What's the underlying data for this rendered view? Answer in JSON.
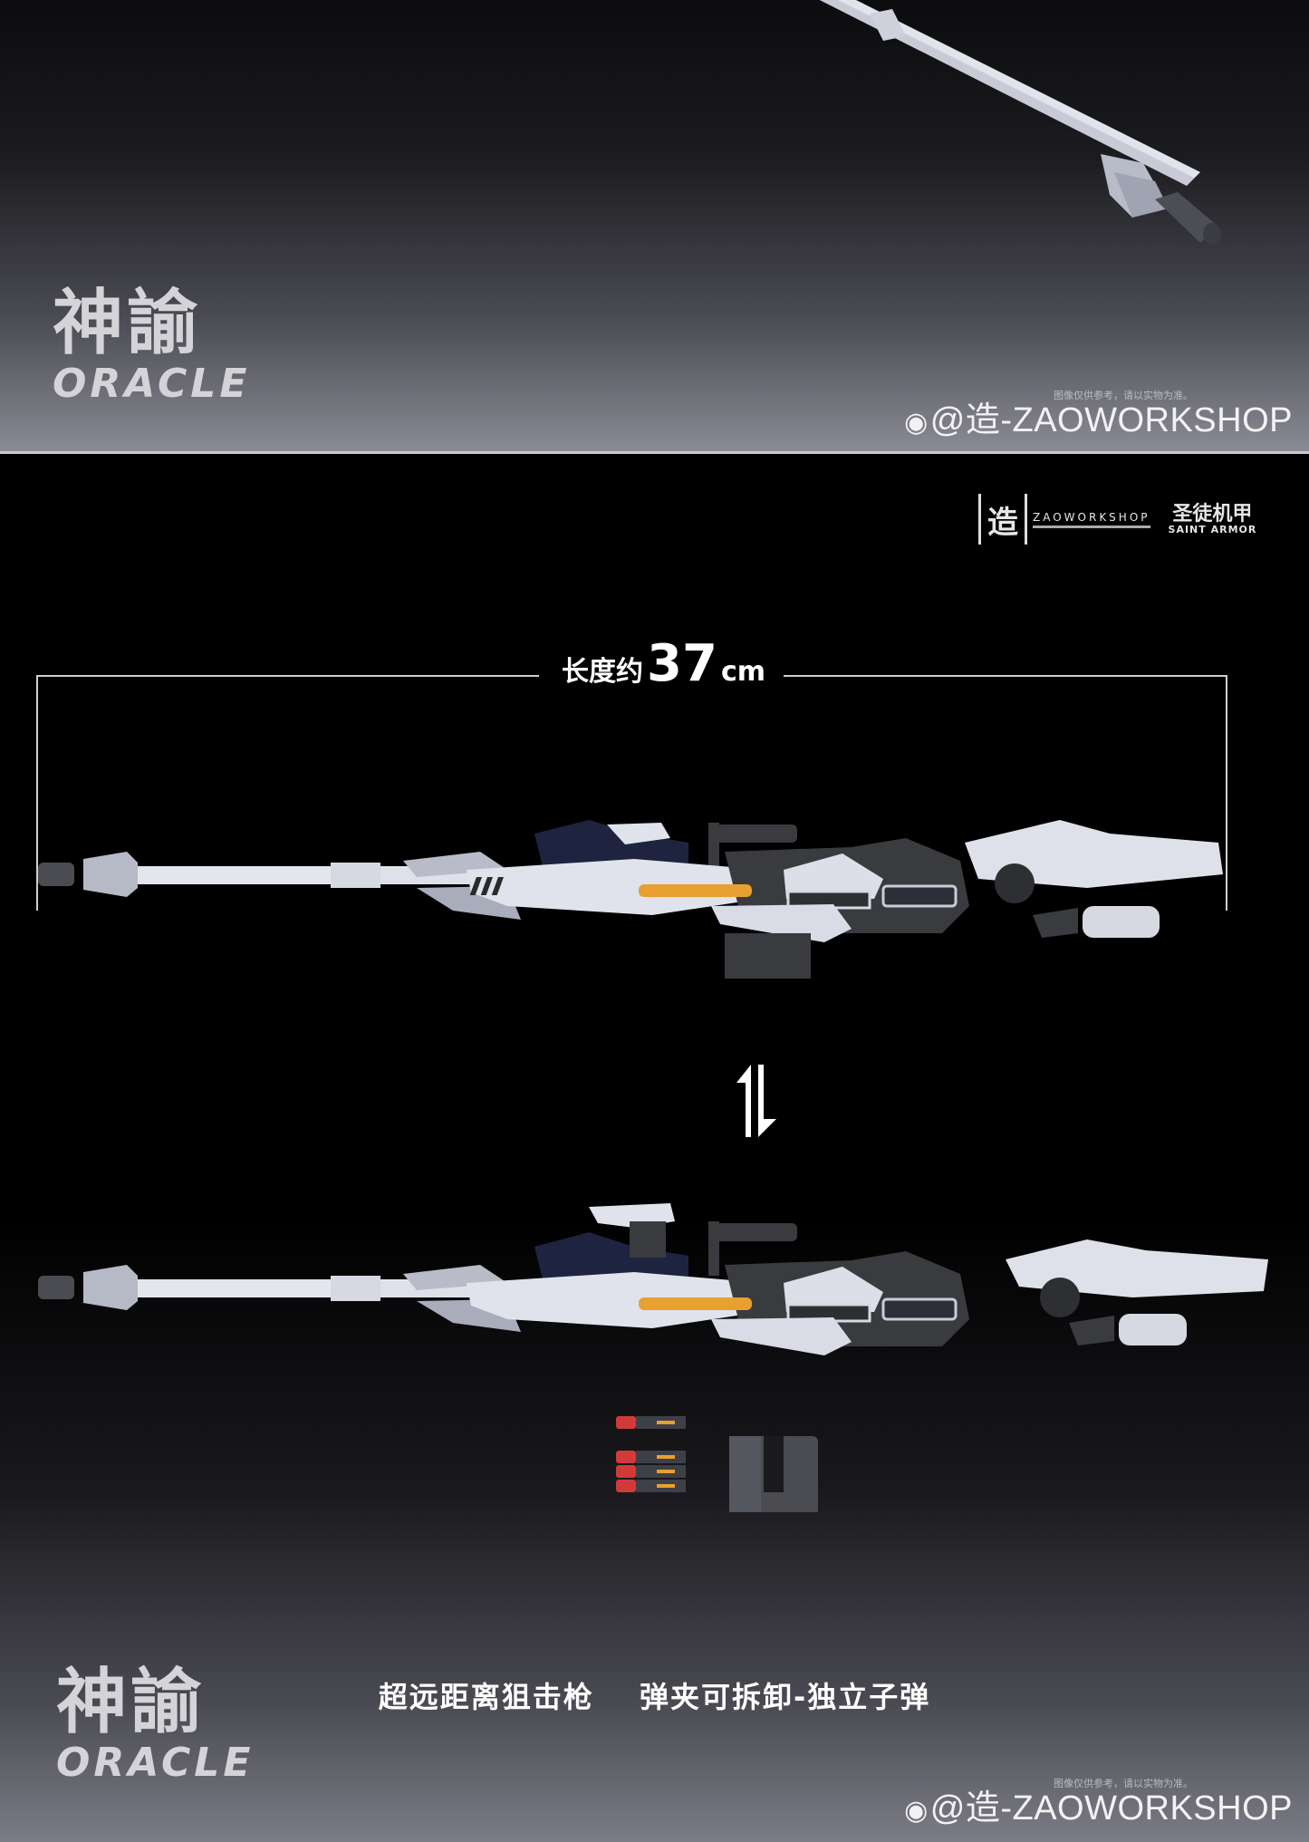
{
  "top_panel": {
    "logo": {
      "cn": "神諭",
      "en": "ORACLE"
    },
    "watermark": {
      "note": "图像仅供参考，请以实物为准。",
      "handle": "@造-ZAOWORKSHOP",
      "icon": "weibo-icon"
    },
    "colors": {
      "background_top": "#0c0c0e",
      "background_bottom": "#8a8a94",
      "barrel": "#e4e6ee",
      "muzzle": "#4a4c52"
    }
  },
  "main_panel": {
    "brand": {
      "zao_mark": "造",
      "zao_text": "ZAOWORKSHOP",
      "saint_cn": "圣徒机甲",
      "saint_en": "SAINT ARMOR"
    },
    "dimension": {
      "prefix": "长度约",
      "value": "37",
      "unit": "cm"
    },
    "swap_icon": "swap-vertical-arrows-icon",
    "rifles": [
      {
        "label": "rifle-config-long",
        "description": "Sniper rifle with long stock"
      },
      {
        "label": "rifle-config-short",
        "description": "Sniper rifle with raised sight"
      }
    ],
    "accessories": {
      "bullets_count": 4,
      "magazine": "detachable magazine"
    },
    "caption": {
      "part1": "超远距离狙击枪",
      "part2": "弹夹可拆卸-独立子弹"
    },
    "logo": {
      "cn": "神諭",
      "en": "ORACLE"
    },
    "watermark": {
      "note": "图像仅供参考，请以实物为准。",
      "handle": "@造-ZAOWORKSHOP",
      "icon": "weibo-icon"
    },
    "colors": {
      "armor_white": "#dfe1ea",
      "armor_gray": "#b9bcc8",
      "frame_dark": "#3a3b3f",
      "navy": "#1e2440",
      "accent_orange": "#e8a030",
      "bullet_red": "#d23a3a"
    }
  }
}
